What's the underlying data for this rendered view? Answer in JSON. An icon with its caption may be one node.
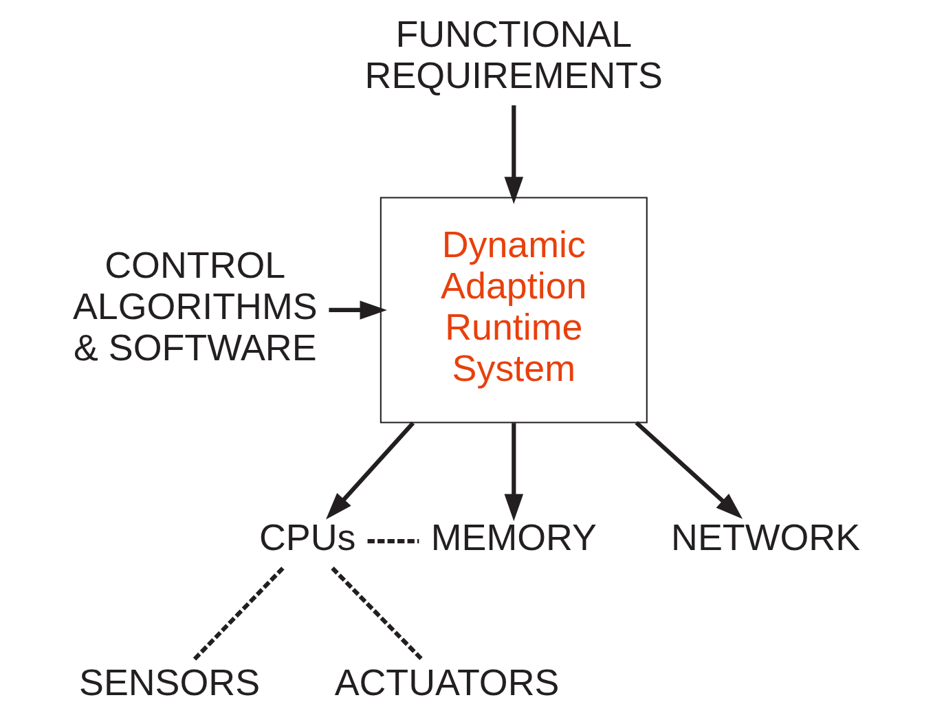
{
  "diagram": {
    "nodes": [
      {
        "text": [
          "FUNCTIONAL REQUIREMENTS"
        ]
      },
      {
        "text": [
          "CONTROL ALGORITHMS & SOFTWARE"
        ]
      },
      {
        "text": [
          "Dynamic Adaption Runtime System"
        ]
      },
      {
        "text": [
          "CPUs"
        ]
      },
      {
        "text": [
          "MEMORY"
        ]
      },
      {
        "text": [
          "NETWORK"
        ]
      },
      {
        "text": [
          "SENSORS"
        ]
      },
      {
        "text": [
          "ACTUATORS"
        ]
      }
    ],
    "edges": [
      {
        "from": 0,
        "to": 2,
        "arrow": "to"
      },
      {
        "from": 1,
        "to": 2,
        "arrow": "to"
      },
      {
        "from": 2,
        "to": 3,
        "arrow": "to"
      },
      {
        "from": 2,
        "to": 4,
        "arrow": "to"
      },
      {
        "from": 2,
        "to": 5,
        "arrow": "to"
      },
      {
        "from": 3,
        "to": 4,
        "arrow": "none",
        "style": "dashed"
      },
      {
        "from": 3,
        "to": 6,
        "arrow": "none",
        "style": "dashed"
      },
      {
        "from": 3,
        "to": 7,
        "arrow": "none",
        "style": "dashed"
      }
    ]
  }
}
